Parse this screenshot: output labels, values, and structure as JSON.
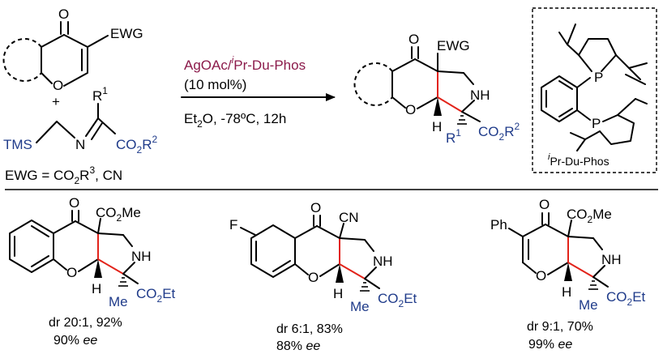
{
  "reaction": {
    "reactant_ewg": "EWG",
    "plus_sign": "+",
    "imine_r": "R",
    "imine_r_sup": "1",
    "imine_n": "N",
    "imine_tms": "TMS",
    "imine_ester": "CO",
    "imine_ester_sub": "2",
    "imine_ester_r": "R",
    "imine_ester_sup": "2",
    "ewg_def_prefix": "EWG = CO",
    "ewg_def_sub": "2",
    "ewg_def_r": "R",
    "ewg_def_sup": "3",
    "ewg_def_suffix": ", CN"
  },
  "conditions": {
    "catalyst_prefix": "AgOAc/",
    "catalyst_italic": "i",
    "catalyst_suffix": "Pr-Du-Phos",
    "loading": "(10 mol%)",
    "solvent_prefix": "Et",
    "solvent_sub": "2",
    "solvent_suffix": "O, -78ºC, 12h"
  },
  "product": {
    "ewg": "EWG",
    "nh": "NH",
    "h": "H",
    "r1": "R",
    "r1_sup": "1",
    "ester": "CO",
    "ester_sub": "2",
    "ester_r": "R",
    "ester_sup": "2"
  },
  "ligand": {
    "p_atom": "P",
    "name_italic": "i",
    "name_suffix": "Pr-Du-Phos"
  },
  "examples": [
    {
      "substituent": "",
      "ewg": "CO",
      "ewg_sub": "2",
      "ewg_suffix": "Me",
      "dr": "dr 20:1, 92%",
      "ee_value": "90% ",
      "ee_unit": "ee"
    },
    {
      "substituent": "F",
      "ewg": "CN",
      "ewg_sub": "",
      "ewg_suffix": "",
      "dr": "dr 6:1, 83%",
      "ee_value": "88% ",
      "ee_unit": "ee"
    },
    {
      "substituent": "Ph",
      "ewg": "CO",
      "ewg_sub": "2",
      "ewg_suffix": "Me",
      "dr": "dr 9:1, 70%",
      "ee_value": "99% ",
      "ee_unit": "ee"
    }
  ],
  "common_labels": {
    "carbonyl_o": "O",
    "ring_o": "O",
    "nh": "NH",
    "h": "H",
    "me": "Me",
    "co2et_prefix": "CO",
    "co2et_sub": "2",
    "co2et_suffix": "Et"
  },
  "colors": {
    "catalyst": "#8b1a4a",
    "blue_groups": "#1f3b8a",
    "new_bonds": "#e2231a"
  }
}
